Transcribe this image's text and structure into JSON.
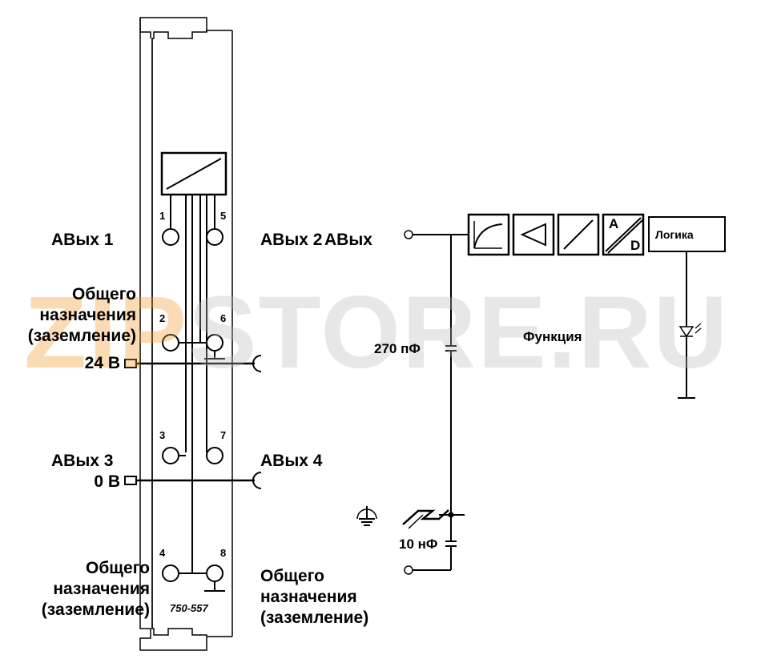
{
  "module": {
    "part_number": "750-557",
    "terminals": [
      "1",
      "2",
      "3",
      "4",
      "5",
      "6",
      "7",
      "8"
    ]
  },
  "left_labels": {
    "aout1": "АВых 1",
    "common_top": [
      "Общего",
      "назначения",
      "(заземление)"
    ],
    "v24": "24 В",
    "aout3": "АВых 3",
    "v0": "0 В",
    "common_bottom": [
      "Общего",
      "назначения",
      "(заземление)"
    ]
  },
  "right_labels": {
    "aout2": "АВых 2",
    "aout4": "АВых 4",
    "common_bottom": [
      "Общего",
      "назначения",
      "(заземление)"
    ]
  },
  "circuit": {
    "output_label": "АВых",
    "cap1": "270 пФ",
    "cap2": "10 нФ",
    "function_label": "Функция",
    "logic_label": "Логика",
    "ad_a": "A",
    "ad_d": "D"
  },
  "watermark": {
    "accent": "ZIP",
    "rest": "STORE.RU",
    "accent_color": "#f39a2a"
  }
}
